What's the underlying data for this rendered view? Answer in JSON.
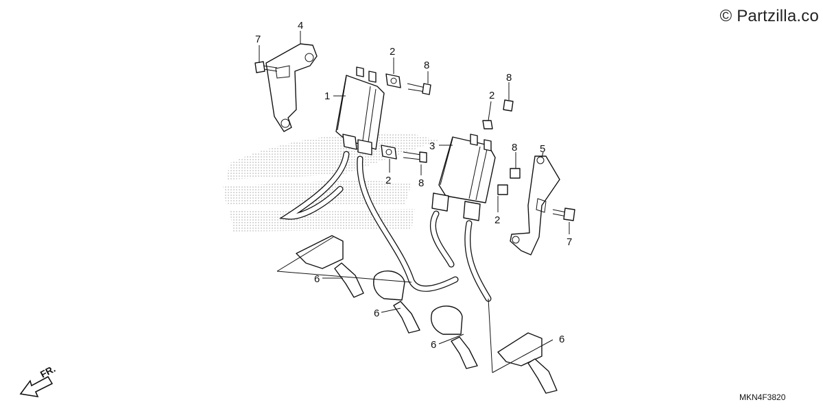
{
  "watermark": {
    "text": "© Partzilla.co"
  },
  "diagram": {
    "drawing_code": "MKN4F3820",
    "front_marker": "FR.",
    "callouts": {
      "c1": "1",
      "c2a": "2",
      "c2b": "2",
      "c2c": "2",
      "c2d": "2",
      "c3": "3",
      "c4": "4",
      "c5": "5",
      "c6a": "6",
      "c6b": "6",
      "c6c": "6",
      "c6d": "6",
      "c7a": "7",
      "c7b": "7",
      "c8a": "8",
      "c8b": "8",
      "c8c": "8",
      "c8d": "8"
    }
  },
  "colors": {
    "line": "#111111",
    "background": "#ffffff",
    "logo_dots": "#9a9a9a"
  }
}
